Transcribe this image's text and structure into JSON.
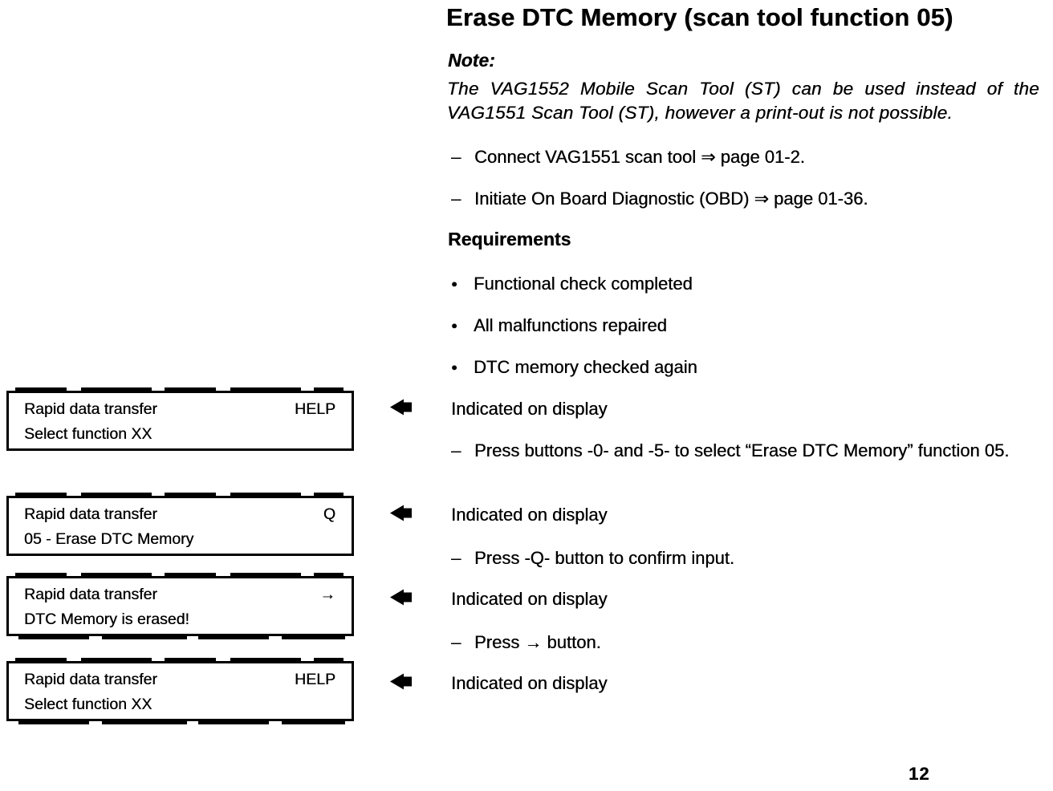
{
  "colors": {
    "ink": "#000000",
    "paper": "#ffffff"
  },
  "header": {
    "title": "Erase DTC Memory (scan tool function 05)"
  },
  "note": {
    "label": "Note:",
    "text": "The VAG1552 Mobile Scan Tool (ST) can be used instead of the VAG1551 Scan Tool (ST), however a print-out is not possible."
  },
  "markers": {
    "dash": "–",
    "bullet": "●"
  },
  "icons": {
    "pointer": "solid-left-arrow"
  },
  "intro_steps": [
    "Connect VAG1551 scan tool ⇒ page 01-2.",
    "Initiate On Board Diagnostic (OBD) ⇒ page 01-36."
  ],
  "requirements": {
    "label": "Requirements",
    "items": [
      "Functional check completed",
      "All malfunctions repaired",
      "DTC memory checked again"
    ]
  },
  "displays": [
    {
      "line1": "Rapid data transfer",
      "key": "HELP",
      "line2": "Select function XX",
      "caption": "Indicated on display",
      "step": "Press buttons -0- and -5- to select “Erase DTC Memory” function 05."
    },
    {
      "line1": "Rapid data transfer",
      "key": "Q",
      "line2": "05 - Erase DTC Memory",
      "caption": "Indicated on display",
      "step": "Press -Q- button to confirm input."
    },
    {
      "line1": "Rapid data transfer",
      "key": "→",
      "line2": "DTC Memory is erased!",
      "caption": "Indicated on display",
      "step": "Press → button."
    },
    {
      "line1": "Rapid data transfer",
      "key": "HELP",
      "line2": "Select function XX",
      "caption": "Indicated on display"
    }
  ],
  "footer": {
    "page_number": "12"
  }
}
